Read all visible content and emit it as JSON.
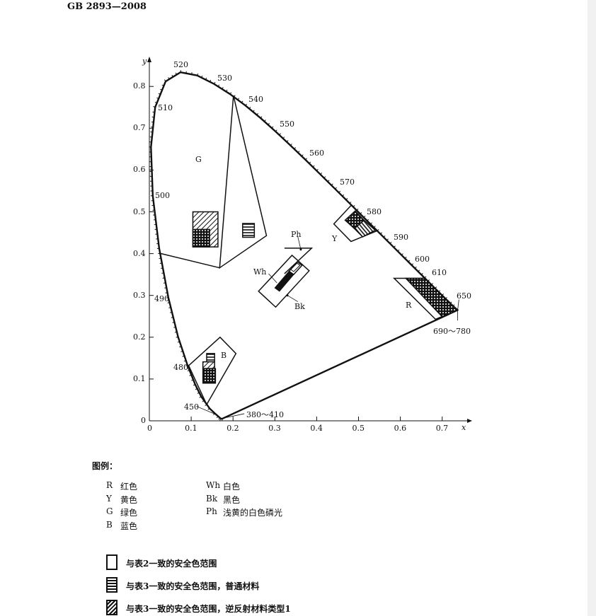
{
  "header": {
    "doc_id": "GB 2893—2008"
  },
  "chart_data": {
    "type": "scatter",
    "title": "",
    "xlabel": "x",
    "ylabel": "y",
    "xlim": [
      0,
      0.75
    ],
    "ylim": [
      0,
      0.85
    ],
    "xticks": [
      "0",
      "0.1",
      "0.2",
      "0.3",
      "0.4",
      "0.5",
      "0.6",
      "0.7"
    ],
    "yticks": [
      "0",
      "0.1",
      "0.2",
      "0.3",
      "0.4",
      "0.5",
      "0.6",
      "0.7",
      "0.8"
    ],
    "spectral_locus": [
      [
        0.1741,
        0.005
      ],
      [
        0.1714,
        0.0051
      ],
      [
        0.1689,
        0.0069
      ],
      [
        0.1644,
        0.0109
      ],
      [
        0.1566,
        0.0177
      ],
      [
        0.144,
        0.0297
      ],
      [
        0.1241,
        0.0578
      ],
      [
        0.1096,
        0.0868
      ],
      [
        0.0913,
        0.1327
      ],
      [
        0.0687,
        0.2007
      ],
      [
        0.0454,
        0.295
      ],
      [
        0.0235,
        0.4127
      ],
      [
        0.0082,
        0.5384
      ],
      [
        0.0039,
        0.6548
      ],
      [
        0.0139,
        0.7502
      ],
      [
        0.0389,
        0.812
      ],
      [
        0.0743,
        0.8338
      ],
      [
        0.1142,
        0.8262
      ],
      [
        0.1547,
        0.8059
      ],
      [
        0.1929,
        0.7816
      ],
      [
        0.2296,
        0.7543
      ],
      [
        0.2658,
        0.7243
      ],
      [
        0.3016,
        0.6923
      ],
      [
        0.3373,
        0.6589
      ],
      [
        0.3731,
        0.6245
      ],
      [
        0.4087,
        0.5896
      ],
      [
        0.4441,
        0.5547
      ],
      [
        0.4788,
        0.5202
      ],
      [
        0.5125,
        0.4866
      ],
      [
        0.5448,
        0.4544
      ],
      [
        0.5752,
        0.4242
      ],
      [
        0.6029,
        0.3965
      ],
      [
        0.627,
        0.3725
      ],
      [
        0.6658,
        0.334
      ],
      [
        0.6915,
        0.3083
      ],
      [
        0.7079,
        0.292
      ],
      [
        0.719,
        0.2809
      ],
      [
        0.726,
        0.274
      ],
      [
        0.737,
        0.265
      ]
    ],
    "wavelength_labels": [
      "520",
      "530",
      "540",
      "550",
      "560",
      "570",
      "580",
      "590",
      "600",
      "610",
      "650",
      "690～780",
      "510",
      "500",
      "490",
      "480",
      "450",
      "380～410"
    ],
    "regions": [
      {
        "name": "G",
        "outline": [
          [
            0.024,
            0.401
          ],
          [
            0.168,
            0.366
          ],
          [
            0.28,
            0.443
          ],
          [
            0.201,
            0.778
          ]
        ],
        "follows_locus": true
      },
      {
        "name": "Y",
        "outline": [
          [
            0.483,
            0.516
          ],
          [
            0.441,
            0.471
          ],
          [
            0.482,
            0.429
          ],
          [
            0.543,
            0.454
          ]
        ]
      },
      {
        "name": "R",
        "outline": [
          [
            0.585,
            0.341
          ],
          [
            0.684,
            0.243
          ],
          [
            0.737,
            0.265
          ],
          [
            0.658,
            0.341
          ]
        ]
      },
      {
        "name": "B",
        "outline": [
          [
            0.094,
            0.132
          ],
          [
            0.169,
            0.2
          ],
          [
            0.207,
            0.161
          ],
          [
            0.137,
            0.039
          ]
        ]
      },
      {
        "name": "Wh",
        "outline": [
          [
            0.261,
            0.31
          ],
          [
            0.341,
            0.396
          ],
          [
            0.382,
            0.359
          ],
          [
            0.302,
            0.272
          ]
        ]
      },
      {
        "name": "Ph",
        "outline": [
          [
            0.323,
            0.413
          ],
          [
            0.388,
            0.413
          ],
          [
            0.323,
            0.352
          ]
        ]
      }
    ],
    "region_labels": {
      "G": "G",
      "Y": "Y",
      "R": "R",
      "B": "B",
      "Ph": "Ph",
      "Wh": "Wh",
      "Bk": "Bk"
    }
  },
  "legend": {
    "title": "图例：",
    "codes": [
      {
        "code": "R",
        "label": "红色"
      },
      {
        "code": "Y",
        "label": "黄色"
      },
      {
        "code": "G",
        "label": "绿色"
      },
      {
        "code": "B",
        "label": "蓝色"
      },
      {
        "code": "Wh",
        "label": "白色"
      },
      {
        "code": "Bk",
        "label": "黑色"
      },
      {
        "code": "Ph",
        "label": "浅黄的白色磷光"
      }
    ],
    "patterns": [
      {
        "style": "empty",
        "label": "与表2一致的安全色范围"
      },
      {
        "style": "horizontal-lines",
        "label": "与表3一致的安全色范围，普通材料"
      },
      {
        "style": "diagonal-hatch",
        "label": "与表3一致的安全色范围，逆反射材料类型1"
      }
    ]
  }
}
